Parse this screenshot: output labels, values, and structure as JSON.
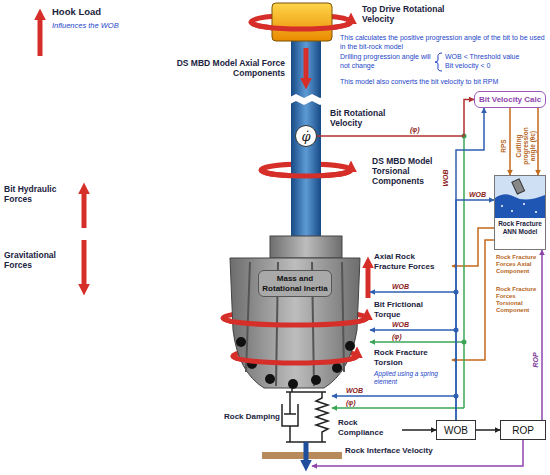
{
  "diagram": {
    "nodes": [
      {
        "text": [
          "φ̇"
        ]
      },
      {
        "text": [
          "Mass and Rotational Inertia"
        ]
      },
      {
        "text": [
          "Bit Velocity Calc"
        ]
      },
      {
        "text": [
          "Rock Fracture ANN Model"
        ]
      },
      {
        "text": [
          "WOB"
        ]
      },
      {
        "text": [
          "ROP"
        ]
      }
    ],
    "edges": [
      {
        "from": 0,
        "to": 2,
        "arrow": "to",
        "label": "(φ)"
      },
      {
        "from": 2,
        "to": 3,
        "arrow": "to",
        "label": "RPS"
      },
      {
        "from": 2,
        "to": 3,
        "arrow": "to",
        "label": "Cutting progression angle (θc)"
      },
      {
        "from": 4,
        "to": 2,
        "arrow": "to",
        "label": "WOB"
      },
      {
        "from": 4,
        "to": 3,
        "arrow": "to",
        "label": "WOB"
      },
      {
        "from": 4,
        "to": 5,
        "arrow": "to"
      },
      {
        "from": 5,
        "to": 3,
        "arrow": "to",
        "label": "ROP"
      }
    ],
    "labels": [
      "Hook Load",
      "Influences the WOB",
      "Top Drive Rotational Velocity",
      "DS MBD Model Axial Force Components",
      "Bit Rotational Velocity",
      "DS MBD Model Torsional Components",
      "Bit Hydraulic Forces",
      "Gravitational Forces",
      "Axial Rock Fracture Forces",
      "Bit Frictional Torque",
      "Rock Fracture Torsion",
      "Applied using a spring element",
      "Rock Damping",
      "Rock Compliance",
      "Rock Interface Velocity",
      "This calculates the positive progression angle of the bit to be used in the bit-rock model",
      "Drilling progression angle will not change",
      "WOB < Threshold value",
      "Bit velocity < 0",
      "This model also converts the bit velocity to bit RPM",
      "Rock Fracture Forces Axial Component",
      "Rock Fracture Forces Torsional Component",
      "WOB",
      "WOB",
      "(φ)",
      "WOB",
      "(φ)"
    ]
  }
}
